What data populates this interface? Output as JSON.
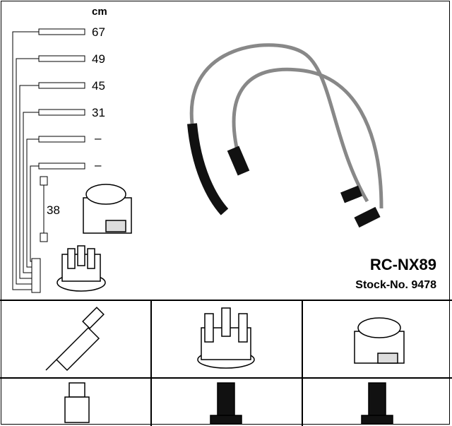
{
  "unit_label": "cm",
  "lengths": [
    "67",
    "49",
    "45",
    "31",
    "–",
    "–"
  ],
  "coil_lead_length": "38",
  "product": {
    "model": "RC-NX89",
    "stock": "Stock-No. 9478"
  },
  "bottom_grid": {
    "row1": [
      "spark-plug-icon",
      "distributor-cap-icon",
      "ignition-coil-icon"
    ],
    "row2": [
      "plug-terminal-icon",
      "cap-terminal-icon",
      "coil-terminal-icon"
    ]
  },
  "colors": {
    "cable": "#888888",
    "boot": "#1a1a1a"
  }
}
